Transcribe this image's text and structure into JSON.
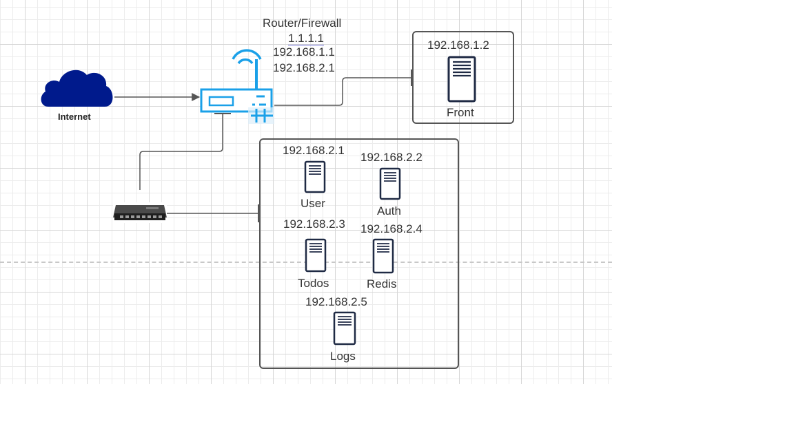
{
  "internet": {
    "label": "Internet"
  },
  "router": {
    "title": "Router/Firewall",
    "ip_public": "1.1.1.1",
    "ip_lan1": "192.168.1.1",
    "ip_lan2": "192.168.2.1"
  },
  "front_zone": {
    "server": {
      "ip": "192.168.1.2",
      "name": "Front"
    }
  },
  "internal_zone": {
    "servers": [
      {
        "ip": "192.168.2.1",
        "name": "User"
      },
      {
        "ip": "192.168.2.2",
        "name": "Auth"
      },
      {
        "ip": "192.168.2.3",
        "name": "Todos"
      },
      {
        "ip": "192.168.2.4",
        "name": "Redis"
      },
      {
        "ip": "192.168.2.5",
        "name": "Logs"
      }
    ]
  },
  "icons": {
    "cloud": "cloud-icon",
    "router": "wifi-router-icon",
    "switch": "network-switch-icon",
    "server": "server-icon"
  },
  "colors": {
    "cloud": "#001a8c",
    "router": "#1aa0e8",
    "line": "#555555"
  }
}
